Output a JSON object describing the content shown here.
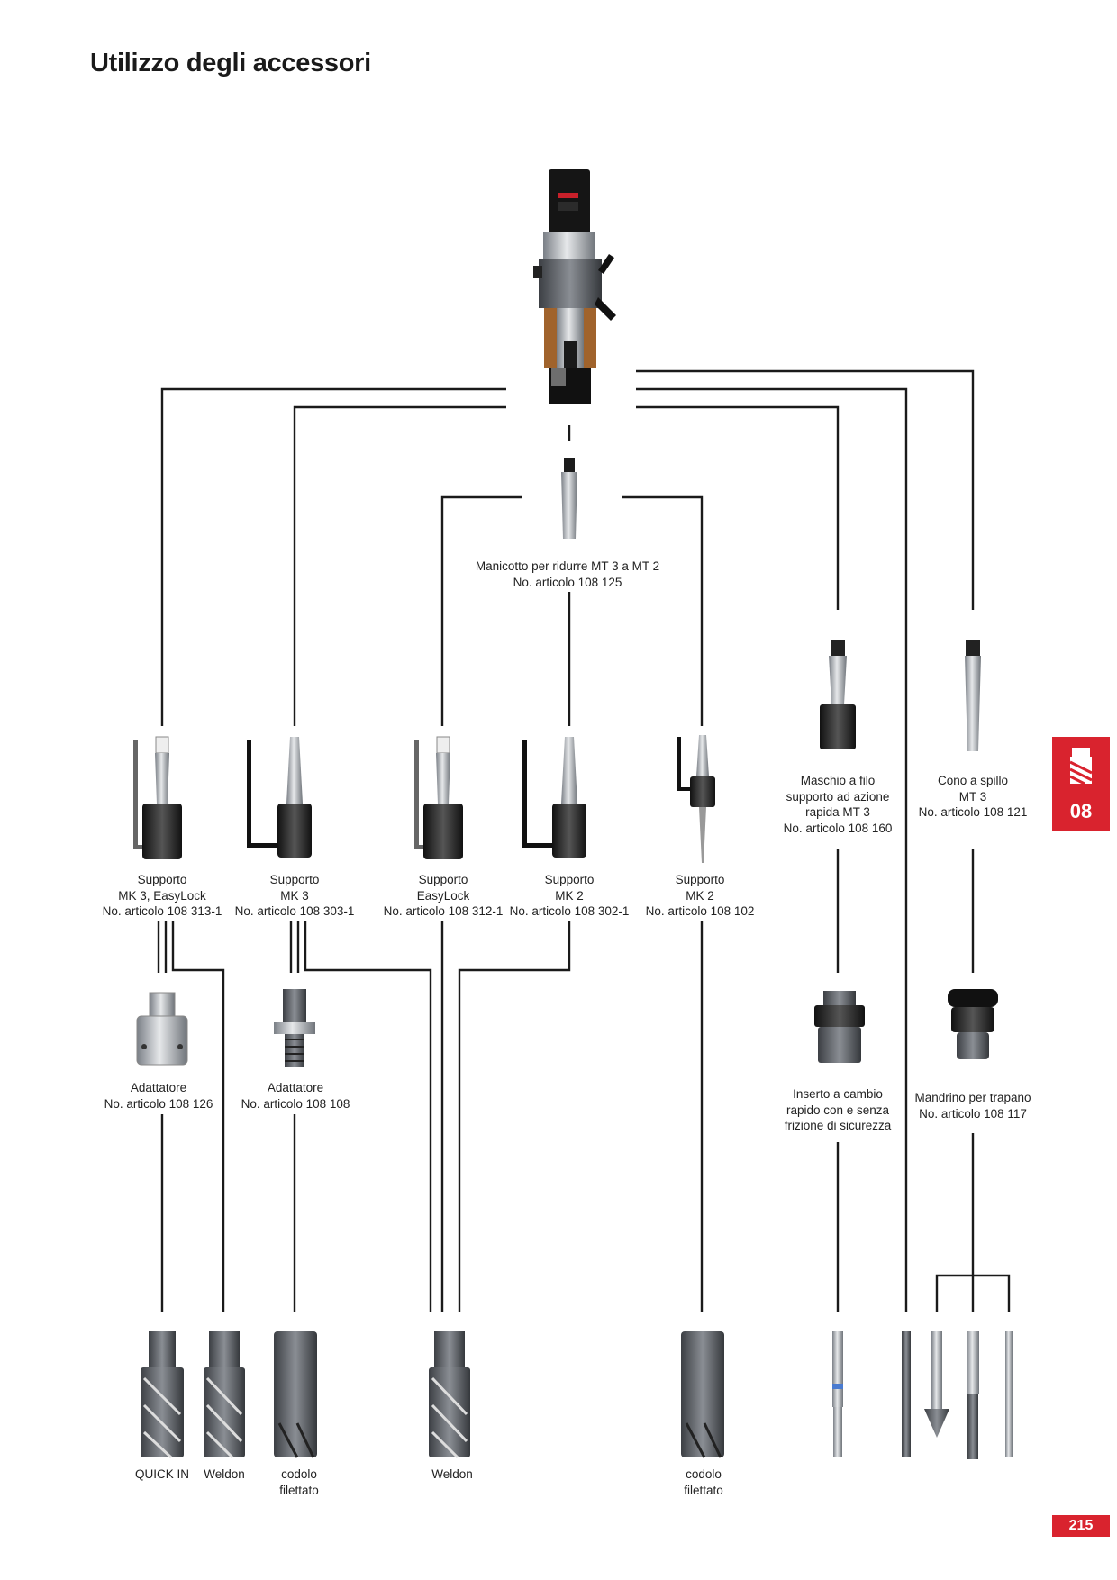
{
  "page": {
    "title": "Utilizzo degli accessori",
    "section_number": "08",
    "page_number": "215",
    "accent_color": "#d9232e",
    "icon": "core-drill-icon"
  },
  "labels": {
    "reducer": [
      "Manicotto per ridurre MT 3 a MT 2",
      "No. articolo 108 125"
    ],
    "holder_1": [
      "Supporto",
      "MK 3, EasyLock",
      "No. articolo 108 313-1"
    ],
    "holder_2": [
      "Supporto",
      "MK 3",
      "No. articolo 108 303-1"
    ],
    "holder_3": [
      "Supporto",
      "EasyLock",
      "No. articolo 108 312-1"
    ],
    "holder_4": [
      "Supporto",
      "MK 2",
      "No. articolo 108 302-1"
    ],
    "holder_5": [
      "Supporto",
      "MK 2",
      "No. articolo 108 102"
    ],
    "tap_holder": [
      "Maschio a filo",
      "supporto ad azione",
      "rapida MT 3",
      "No. articolo 108 160"
    ],
    "taper": [
      "Cono a spillo",
      "MT 3",
      "No. articolo 108 121"
    ],
    "adapter_1": [
      "Adattatore",
      "No. articolo 108 126"
    ],
    "adapter_2": [
      "Adattatore",
      "No. articolo 108 108"
    ],
    "insert": [
      "Inserto a cambio",
      "rapido con e senza",
      "frizione di sicurezza"
    ],
    "chuck": [
      "Mandrino per trapano",
      "No. articolo 108 117"
    ],
    "cutter_1": [
      "QUICK IN"
    ],
    "cutter_2": [
      "Weldon"
    ],
    "cutter_3": [
      "codolo",
      "filettato"
    ],
    "cutter_4": [
      "Weldon"
    ],
    "cutter_5": [
      "codolo",
      "filettato"
    ]
  }
}
